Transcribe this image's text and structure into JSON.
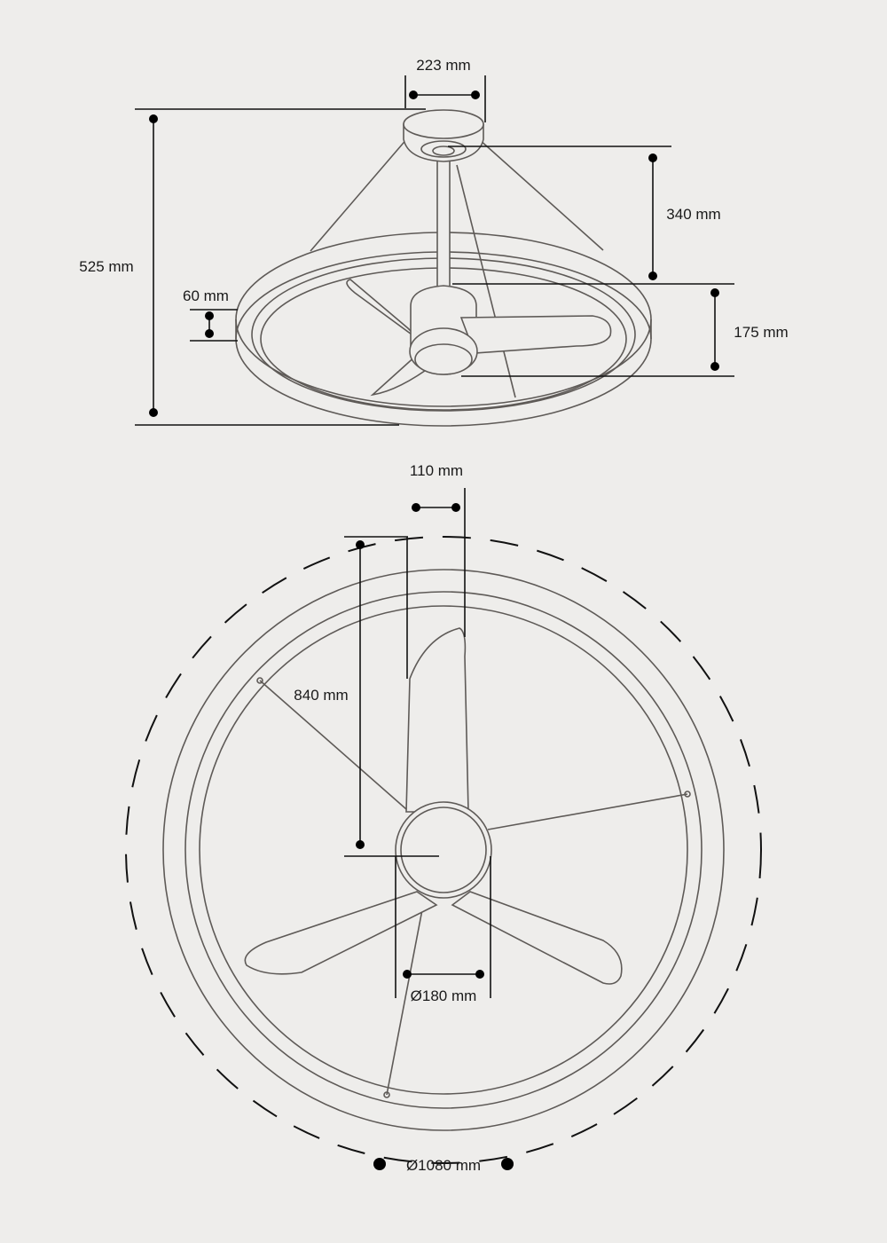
{
  "side_view": {
    "canopy_width": "223 mm",
    "total_height": "525 mm",
    "downrod_length": "340 mm",
    "ring_height": "60 mm",
    "motor_height": "175 mm"
  },
  "top_view": {
    "canopy_diameter": "110 mm",
    "blade_length": "840 mm",
    "motor_diameter": "Ø180 mm",
    "overall_diameter": "Ø1080 mm"
  },
  "colors": {
    "background": "#eeedeb",
    "drawing_line": "#5e5a57",
    "dimension_line": "#111111"
  }
}
